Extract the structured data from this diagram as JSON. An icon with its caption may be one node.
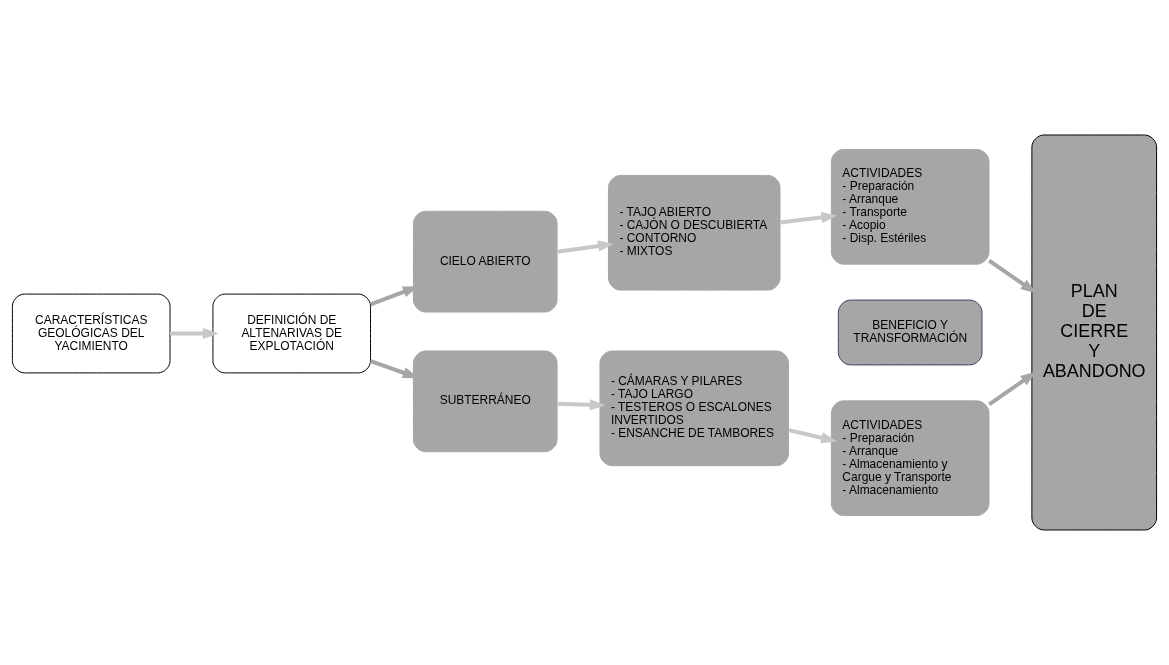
{
  "diagram": {
    "nodes": [
      {
        "text": [
          "CARACTERÍSTICAS GEOLÓGICAS DEL YACIMIENTO"
        ]
      },
      {
        "text": [
          "DEFINICIÓN DE ALTENARIVAS DE EXPLOTACIÓN"
        ]
      },
      {
        "text": [
          "CIELO ABIERTO"
        ]
      },
      {
        "text": [
          "- TAJO ABIERTO",
          "- CAJÓN O DESCUBIERTA",
          "- CONTORNO",
          "- MIXTOS"
        ]
      },
      {
        "text": [
          "ACTIVIDADES",
          "- Preparación",
          "- Arranque",
          "- Transporte",
          "- Acopio",
          "- Disp. Estériles"
        ]
      },
      {
        "text": [
          "BENEFICIO Y TRANSFORMACIÓN"
        ]
      },
      {
        "text": [
          "SUBTERRÁNEO"
        ]
      },
      {
        "text": [
          "- CÁMARAS Y PILARES",
          "- TAJO LARGO",
          "- TESTEROS O ESCALONES INVERTIDOS",
          "- ENSANCHE DE TAMBORES"
        ]
      },
      {
        "text": [
          "ACTIVIDADES",
          "- Preparación",
          "- Arranque",
          "- Almacenamiento y Cargue y Transporte",
          "- Almacenamiento"
        ]
      },
      {
        "text": [
          "PLAN DE CIERRE Y ABANDONO"
        ]
      }
    ],
    "edges": [
      {
        "from": 0,
        "to": 1,
        "arrow": "to"
      },
      {
        "from": 1,
        "to": 2,
        "arrow": "to",
        "color": "#a6a6a6"
      },
      {
        "from": 1,
        "to": 6,
        "arrow": "to",
        "color": "#a6a6a6"
      },
      {
        "from": 2,
        "to": 3,
        "arrow": "to"
      },
      {
        "from": 3,
        "to": 4,
        "arrow": "to"
      },
      {
        "from": 4,
        "to": 9,
        "arrow": "to",
        "color": "#a6a6a6"
      },
      {
        "from": 6,
        "to": 7,
        "arrow": "to"
      },
      {
        "from": 7,
        "to": 8,
        "arrow": "to"
      },
      {
        "from": 8,
        "to": 9,
        "arrow": "to",
        "color": "#a6a6a6"
      }
    ]
  }
}
